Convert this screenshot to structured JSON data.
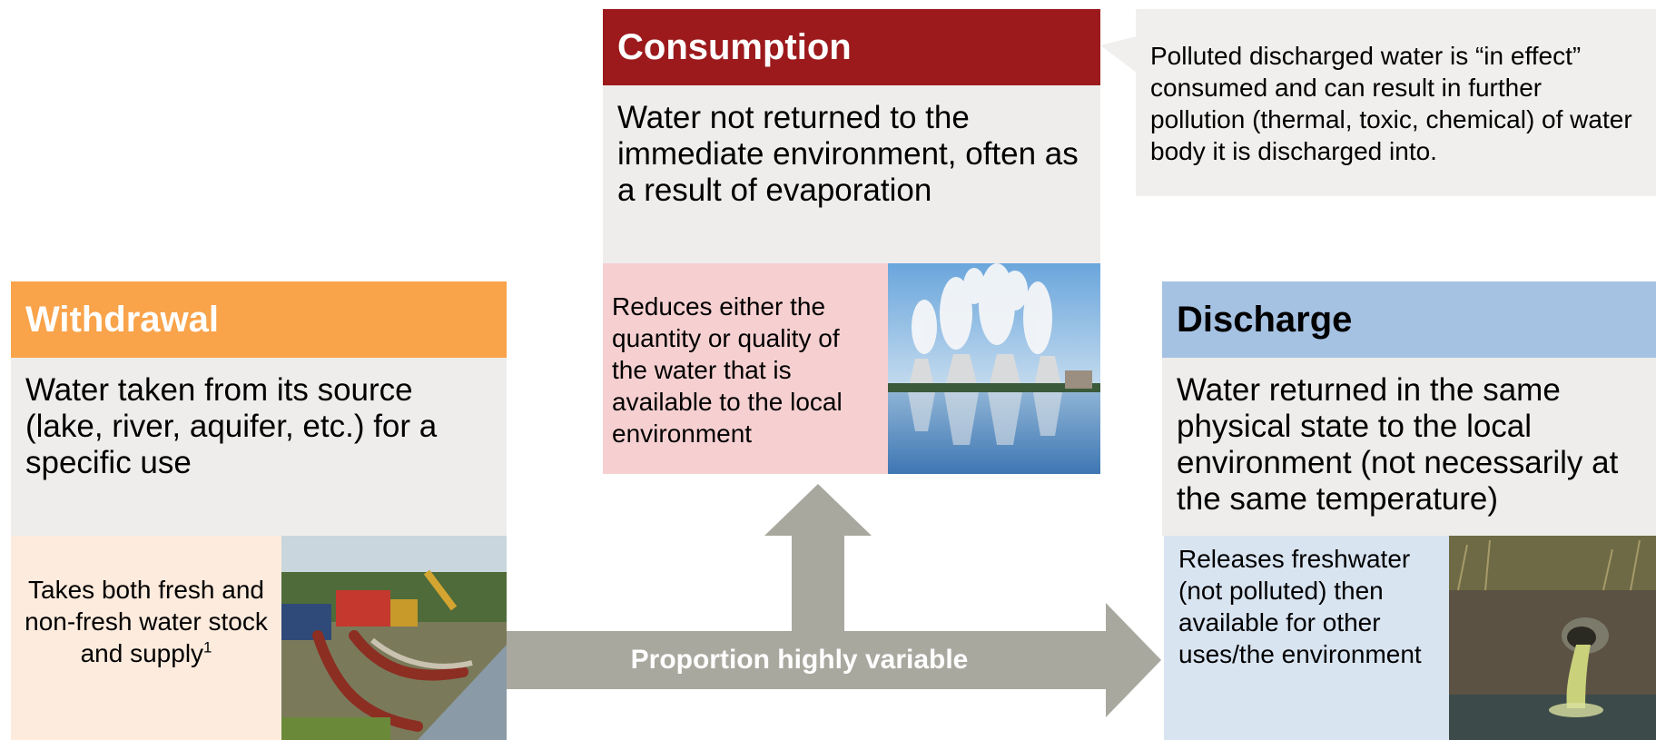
{
  "withdrawal": {
    "title": "Withdrawal",
    "description": "Water taken from its source (lake, river, aquifer, etc.) for a specific use",
    "detail": "Takes both fresh and non-fresh water stock and supply",
    "detail_sup": "1",
    "image": "pumps-and-hoses-image",
    "color": "#f9a34a",
    "detail_bg": "#fdebdd"
  },
  "consumption": {
    "title": "Consumption",
    "description": "Water not returned to the immediate environment, often as a result of evaporation",
    "detail": "Reduces either the quantity or quality of the water that is available to the local environment",
    "image": "cooling-towers-image",
    "color": "#9c1a1c",
    "detail_bg": "#f6d0d1"
  },
  "discharge": {
    "title": "Discharge",
    "description": "Water returned in the same physical state to the local environment (not necessarily at the same temperature)",
    "detail": "Releases freshwater (not polluted) then available for other uses/the environment",
    "image": "outflow-pipe-image",
    "color": "#a6c2e2",
    "detail_bg": "#d9e4f1"
  },
  "callout": {
    "text": "Polluted discharged water is “in effect” consumed and can result in further pollution (thermal, toxic, chemical) of water body it is discharged into."
  },
  "arrow": {
    "label": "Proportion highly variable",
    "color": "#a9a89f"
  }
}
